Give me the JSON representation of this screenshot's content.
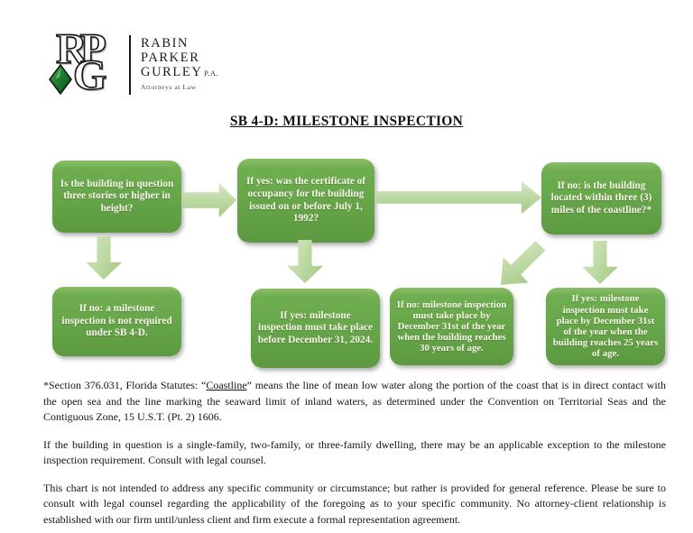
{
  "logo": {
    "monogram_top": "RP",
    "monogram_bottom": "G",
    "firm_lines": [
      "RABIN",
      "PARKER",
      "GURLEY"
    ],
    "firm_suffix": "P.A.",
    "tagline": "Attorneys at Law"
  },
  "title": "SB 4-D: MILESTONE INSPECTION",
  "flowchart": {
    "boxes": [
      {
        "id": "stories-question",
        "text": "Is the building in question three stories or higher in height?"
      },
      {
        "id": "certificate-question",
        "text": "If yes: was the certificate of occupancy for the building issued on or before July 1, 1992?"
      },
      {
        "id": "coastline-question",
        "text": "If no: is the building located within three (3) miles of the coastline?*"
      },
      {
        "id": "no-inspection-result",
        "text": "If no: a milestone inspection is not required under SB 4-D."
      },
      {
        "id": "dec-2024-result",
        "text": "If yes: milestone inspection must take place before December 31, 2024."
      },
      {
        "id": "30-years-result",
        "text": "If no: milestone inspection must take place by December 31st of the year when the building reaches 30 years of age."
      },
      {
        "id": "25-years-result",
        "text": "If yes: milestone inspection must take place by December 31st of the year when the building reaches 25 years of age."
      }
    ],
    "colors": {
      "box_green": "#66a449",
      "box_green_dark": "#5c9940",
      "box_green_light": "#8cbd68",
      "arrow_green": "#bad79f",
      "box_text": "#f7f4e9",
      "diamond_green": "#1b7a2e"
    }
  },
  "footnotes": {
    "p1_prefix": "*Section 376.031, Florida Statutes: “",
    "p1_underlined": "Coastline",
    "p1_suffix": "” means the line of mean low water along the portion of the coast that is in direct contact with the open sea and the line marking the seaward limit of inland waters, as determined under the Convention on Territorial Seas and the Contiguous Zone, 15 U.S.T. (Pt. 2) 1606.",
    "p2": "If the building in question is a single-family, two-family, or three-family dwelling, there may be an applicable exception to the milestone inspection requirement. Consult with legal counsel.",
    "p3": "This chart is not intended to address any specific community or circumstance; but rather is provided for general reference. Please be sure to consult with legal counsel regarding the applicability of the foregoing as to your specific community. No attorney-client relationship is established with our firm until/unless client and firm execute a formal representation agreement."
  }
}
